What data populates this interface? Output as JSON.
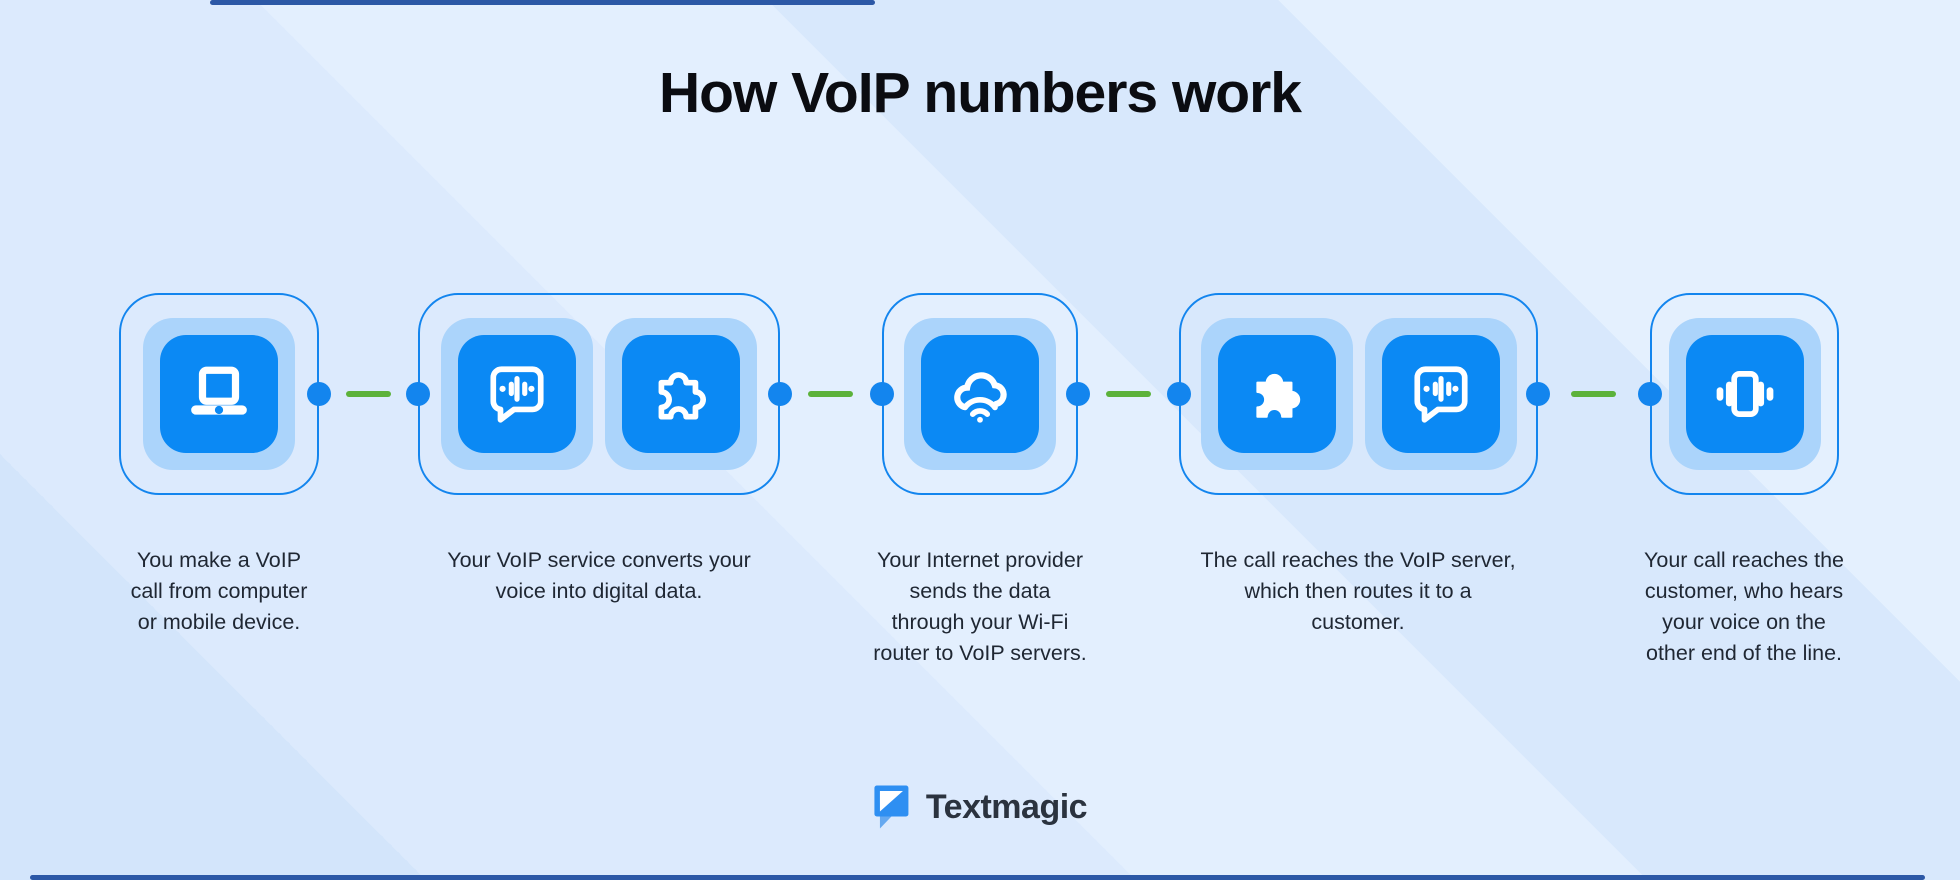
{
  "title": "How VoIP numbers work",
  "steps": [
    {
      "caption_lines": [
        "You make a VoIP",
        "call from computer",
        "or mobile device."
      ],
      "icons": [
        "laptop-icon"
      ]
    },
    {
      "caption_lines": [
        "Your VoIP service converts your",
        "voice into digital data."
      ],
      "icons": [
        "voice-message-icon",
        "puzzle-outline-icon"
      ]
    },
    {
      "caption_lines": [
        "Your Internet provider",
        "sends the data",
        "through your Wi-Fi",
        "router to VoIP servers."
      ],
      "icons": [
        "cloud-wifi-icon"
      ]
    },
    {
      "caption_lines": [
        "The call reaches the VoIP server,",
        "which then routes it to a",
        "customer."
      ],
      "icons": [
        "puzzle-filled-icon",
        "voice-message-icon"
      ]
    },
    {
      "caption_lines": [
        "Your call reaches the",
        "customer, who hears",
        "your voice on the",
        "other end of the line."
      ],
      "icons": [
        "phone-sound-icon"
      ]
    }
  ],
  "logo": {
    "text": "Textmagic"
  },
  "colors": {
    "card_border_blue": "#1385ee",
    "tile_light_blue": "#abd4fb",
    "tile_dark_blue": "#0b89f4",
    "connector_dot_blue": "#1385ee",
    "connector_line_green": "#5cb23a",
    "title_text": "#0b0c11",
    "caption_text": "#1f2733",
    "logo_text": "#2b333f",
    "edge_accent_blue": "#2c58a6",
    "background_light": "#dceafd"
  }
}
